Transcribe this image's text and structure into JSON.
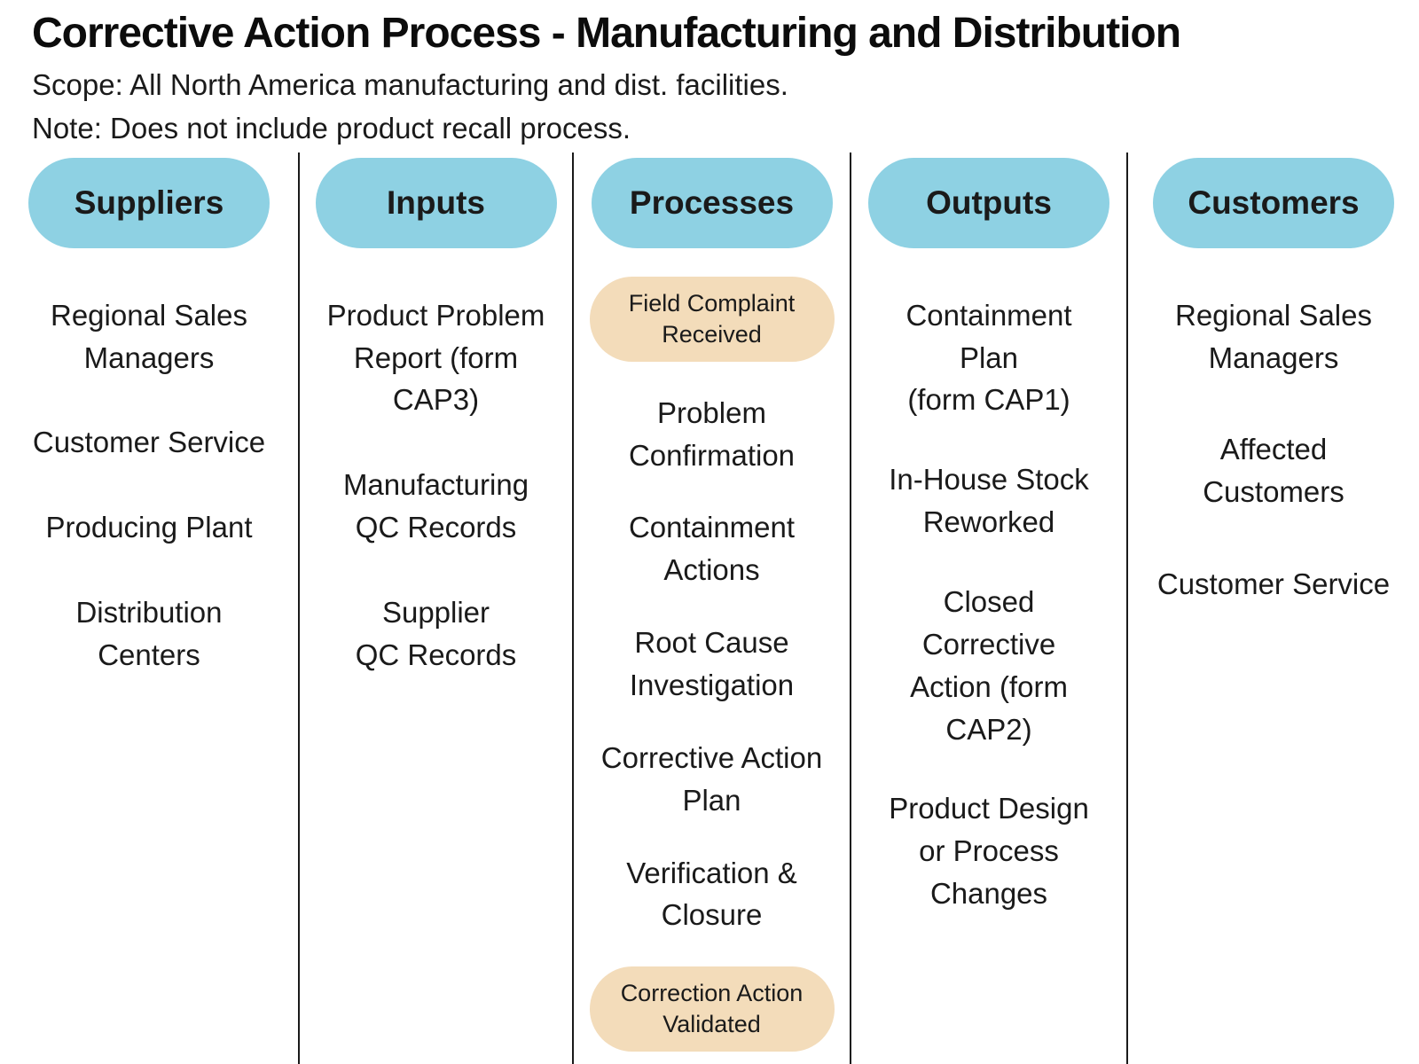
{
  "header": {
    "title": "Corrective Action Process - Manufacturing and Distribution",
    "scope": "Scope: All North America manufacturing and dist. facilities.",
    "note": "Note: Does not include product recall process."
  },
  "colors": {
    "header_pill": "#8ed1e3",
    "event_pill": "#f3dcba",
    "text": "#1a1a1a"
  },
  "columns": [
    {
      "id": "suppliers",
      "header": "Suppliers",
      "items": [
        {
          "kind": "text",
          "label": "Regional Sales\nManagers"
        },
        {
          "kind": "text",
          "label": "Customer Service"
        },
        {
          "kind": "text",
          "label": "Producing Plant"
        },
        {
          "kind": "text",
          "label": "Distribution\nCenters"
        }
      ]
    },
    {
      "id": "inputs",
      "header": "Inputs",
      "items": [
        {
          "kind": "text",
          "label": "Product Problem\nReport (form\nCAP3)"
        },
        {
          "kind": "text",
          "label": "Manufacturing\nQC Records"
        },
        {
          "kind": "text",
          "label": "Supplier\nQC Records"
        }
      ]
    },
    {
      "id": "processes",
      "header": "Processes",
      "items": [
        {
          "kind": "pill",
          "label": "Field Complaint\nReceived"
        },
        {
          "kind": "text",
          "label": "Problem\nConfirmation"
        },
        {
          "kind": "text",
          "label": "Containment\nActions"
        },
        {
          "kind": "text",
          "label": "Root Cause\nInvestigation"
        },
        {
          "kind": "text",
          "label": "Corrective Action\nPlan"
        },
        {
          "kind": "text",
          "label": "Verification &\nClosure"
        },
        {
          "kind": "pill",
          "label": "Correction Action\nValidated"
        }
      ]
    },
    {
      "id": "outputs",
      "header": "Outputs",
      "items": [
        {
          "kind": "text",
          "label": "Containment\nPlan\n(form CAP1)"
        },
        {
          "kind": "text",
          "label": "In-House Stock\nReworked"
        },
        {
          "kind": "text",
          "label": "Closed\nCorrective\nAction (form\nCAP2)"
        },
        {
          "kind": "text",
          "label": "Product Design\nor Process\nChanges"
        }
      ]
    },
    {
      "id": "customers",
      "header": "Customers",
      "items": [
        {
          "kind": "text",
          "label": "Regional Sales\nManagers"
        },
        {
          "kind": "text",
          "label": "Affected\nCustomers"
        },
        {
          "kind": "text",
          "label": "Customer Service"
        }
      ]
    }
  ]
}
